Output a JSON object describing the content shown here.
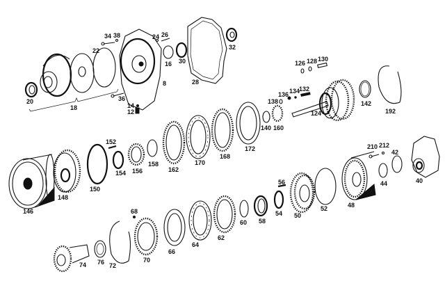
{
  "diagram": {
    "type": "exploded-parts-diagram",
    "subject": "automatic transmission components",
    "line_color": "#111111",
    "background": "#ffffff"
  },
  "labels": {
    "p8": "8",
    "p12": "12",
    "p14": "14",
    "p16": "16",
    "p18": "18",
    "p20": "20",
    "p22": "22",
    "p24": "24",
    "p26": "26",
    "p28": "28",
    "p30": "30",
    "p32": "32",
    "p34": "34",
    "p36": "36",
    "p38": "38",
    "p40": "40",
    "p42": "42",
    "p44": "44",
    "p48": "48",
    "p50": "50",
    "p52": "52",
    "p54": "54",
    "p56": "56",
    "p58": "58",
    "p60": "60",
    "p62": "62",
    "p64": "64",
    "p66": "66",
    "p68": "68",
    "p70": "70",
    "p72": "72",
    "p74": "74",
    "p76": "76",
    "p124": "124",
    "p126": "126",
    "p128": "128",
    "p130": "130",
    "p132": "132",
    "p134": "134",
    "p136": "136",
    "p138": "138",
    "p140": "140",
    "p142": "142",
    "p146": "146",
    "p148": "148",
    "p150": "150",
    "p152": "152",
    "p154": "154",
    "p156": "156",
    "p158": "158",
    "p160": "160",
    "p162": "162",
    "p168": "168",
    "p170": "170",
    "p172": "172",
    "p192": "192",
    "p210": "210",
    "p212": "212"
  }
}
